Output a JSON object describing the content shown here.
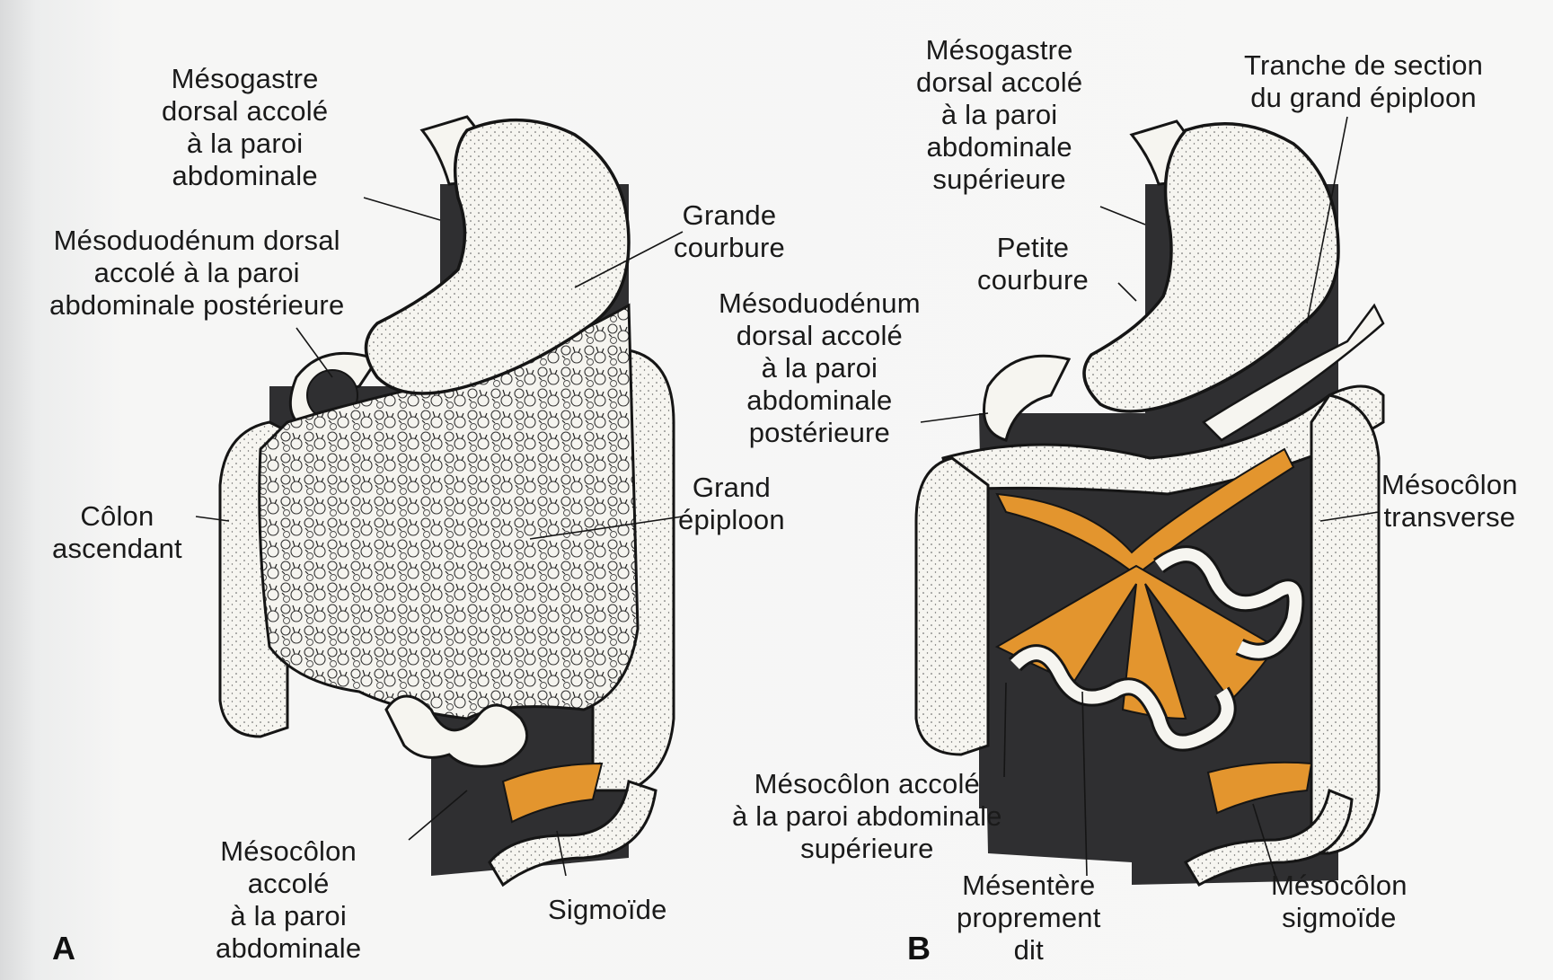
{
  "panels": {
    "a": {
      "letter": "A",
      "labels": {
        "mesogastre": "Mésogastre\ndorsal accolé\nà la paroi\nabdominale",
        "mesoduodenum": "Mésoduodénum dorsal\naccolé à la paroi\nabdominale postérieure",
        "grande_courbure": "Grande\ncourbure",
        "colon_ascendant": "Côlon\nascendant",
        "grand_epiploon": "Grand\népiploon",
        "mesocolon": "Mésocôlon\naccolé\nà la paroi\nabdominale",
        "sigmoide": "Sigmoïde"
      }
    },
    "b": {
      "letter": "B",
      "labels": {
        "mesogastre": "Mésogastre\ndorsal accolé\nà la paroi\nabdominale\nsupérieure",
        "tranche": "Tranche de section\ndu grand épiploon",
        "petite_courbure": "Petite\ncourbure",
        "mesoduodenum": "Mésoduodénum\ndorsal accolé\nà la paroi\nabdominale\npostérieure",
        "mesocolon_transverse": "Mésocôlon\ntransverse",
        "mesocolon_accole": "Mésocôlon accolé\nà la paroi abdominale\nsupérieure",
        "mesentere": "Mésentère\nproprement\ndit",
        "mesocolon_sigmoide": "Mésocôlon\nsigmoïde"
      }
    }
  },
  "colors": {
    "wall": "#2f2f31",
    "organ": "#f6f5f0",
    "outline": "#151515",
    "mesentery": "#e3952e"
  }
}
